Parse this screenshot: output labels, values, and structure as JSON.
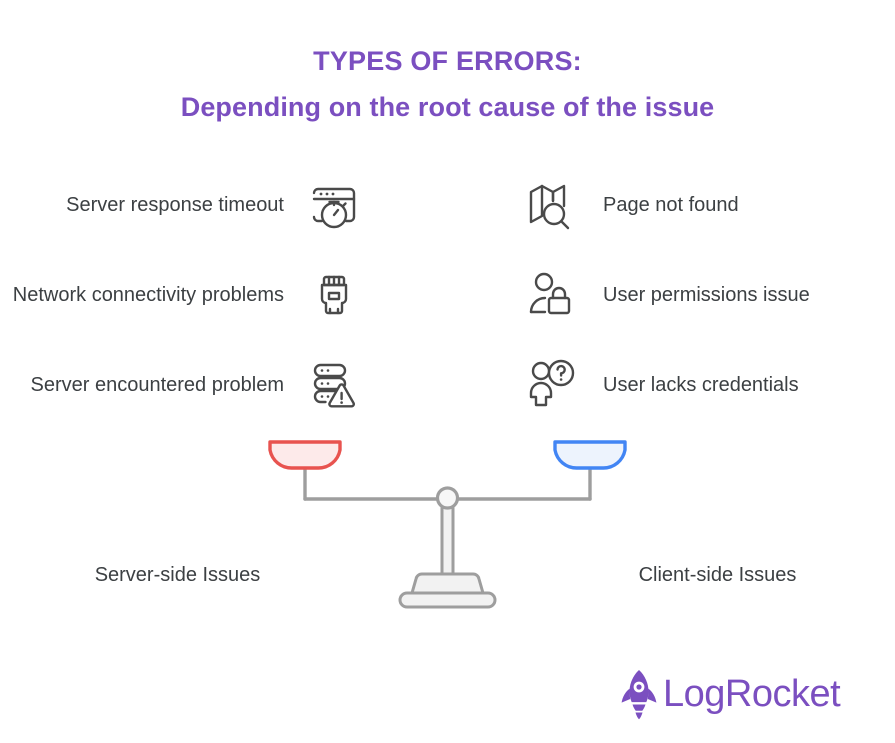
{
  "title": {
    "line1": "TYPES OF ERRORS:",
    "line2": "Depending on the root cause of the issue",
    "color": "#7B4FC0"
  },
  "colors": {
    "title_purple": "#7B4FC0",
    "body_text": "#3C4043",
    "icon_stroke": "#4A4A4A",
    "server_pan_fill": "#FDEAEA",
    "server_pan_stroke": "#E8534F",
    "client_pan_fill": "#EDF3FD",
    "client_pan_stroke": "#4285F4",
    "scale_gray_stroke": "#9E9E9E",
    "scale_gray_fill": "#F2F2F2",
    "background": "#FFFFFF"
  },
  "server_side": {
    "category_label": "Server-side Issues",
    "pan_color": "#E8534F",
    "items": [
      {
        "label": "Server response timeout",
        "icon": "browser-stopwatch-icon"
      },
      {
        "label": "Network connectivity problems",
        "icon": "ethernet-plug-icon"
      },
      {
        "label": "Server encountered problem",
        "icon": "server-warning-icon"
      }
    ]
  },
  "client_side": {
    "category_label": "Client-side Issues",
    "pan_color": "#4285F4",
    "items": [
      {
        "label": "Page not found",
        "icon": "map-search-icon"
      },
      {
        "label": "User permissions issue",
        "icon": "user-lock-icon"
      },
      {
        "label": "User lacks credentials",
        "icon": "user-question-icon"
      }
    ]
  },
  "scale": {
    "name": "balance-scale",
    "left_pan": "server-side-pan",
    "right_pan": "client-side-pan"
  },
  "logo": {
    "text": "LogRocket",
    "mark": "rocket-icon",
    "color": "#7B4FC0"
  }
}
